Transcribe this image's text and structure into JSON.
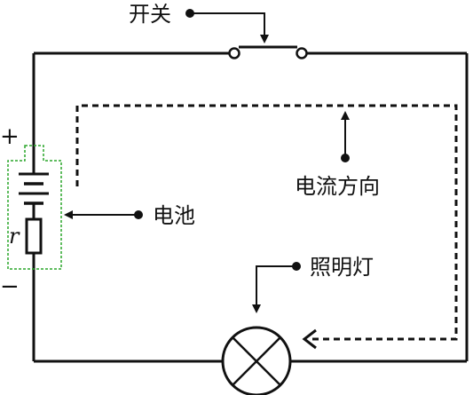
{
  "labels": {
    "switch": "开关",
    "current_direction": "电流方向",
    "battery": "电池",
    "lamp": "照明灯",
    "internal_resistance": "r",
    "positive": "+",
    "negative": "−"
  },
  "colors": {
    "wire": "#111111",
    "battery_outline": "#2aa52a",
    "background": "#ffffff"
  }
}
